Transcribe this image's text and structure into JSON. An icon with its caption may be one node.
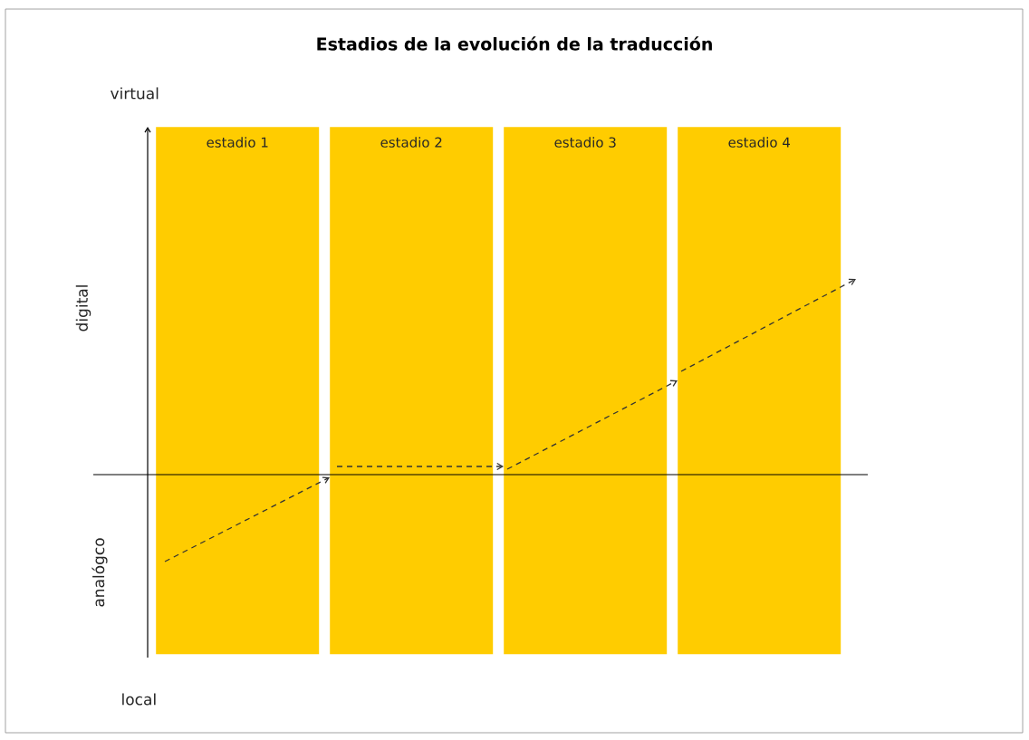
{
  "diagram": {
    "title": "Estadios de la evolución de la traducción",
    "nodes": [
      {
        "text": [
          "estadio 1"
        ]
      },
      {
        "text": [
          "estadio 2"
        ]
      },
      {
        "text": [
          "estadio 3"
        ]
      },
      {
        "text": [
          "estadio 4"
        ]
      }
    ],
    "edges": [
      {
        "from": 0,
        "to": 1,
        "arrow": "to",
        "style": "dashed"
      },
      {
        "from": 1,
        "to": 2,
        "arrow": "to",
        "style": "dashed"
      },
      {
        "from": 2,
        "to": 3,
        "arrow": "to",
        "style": "dashed"
      },
      {
        "from": 3,
        "to": null,
        "arrow": "to",
        "style": "dashed"
      }
    ],
    "labels": [
      "virtual",
      "digital",
      "analógco",
      "local"
    ]
  }
}
